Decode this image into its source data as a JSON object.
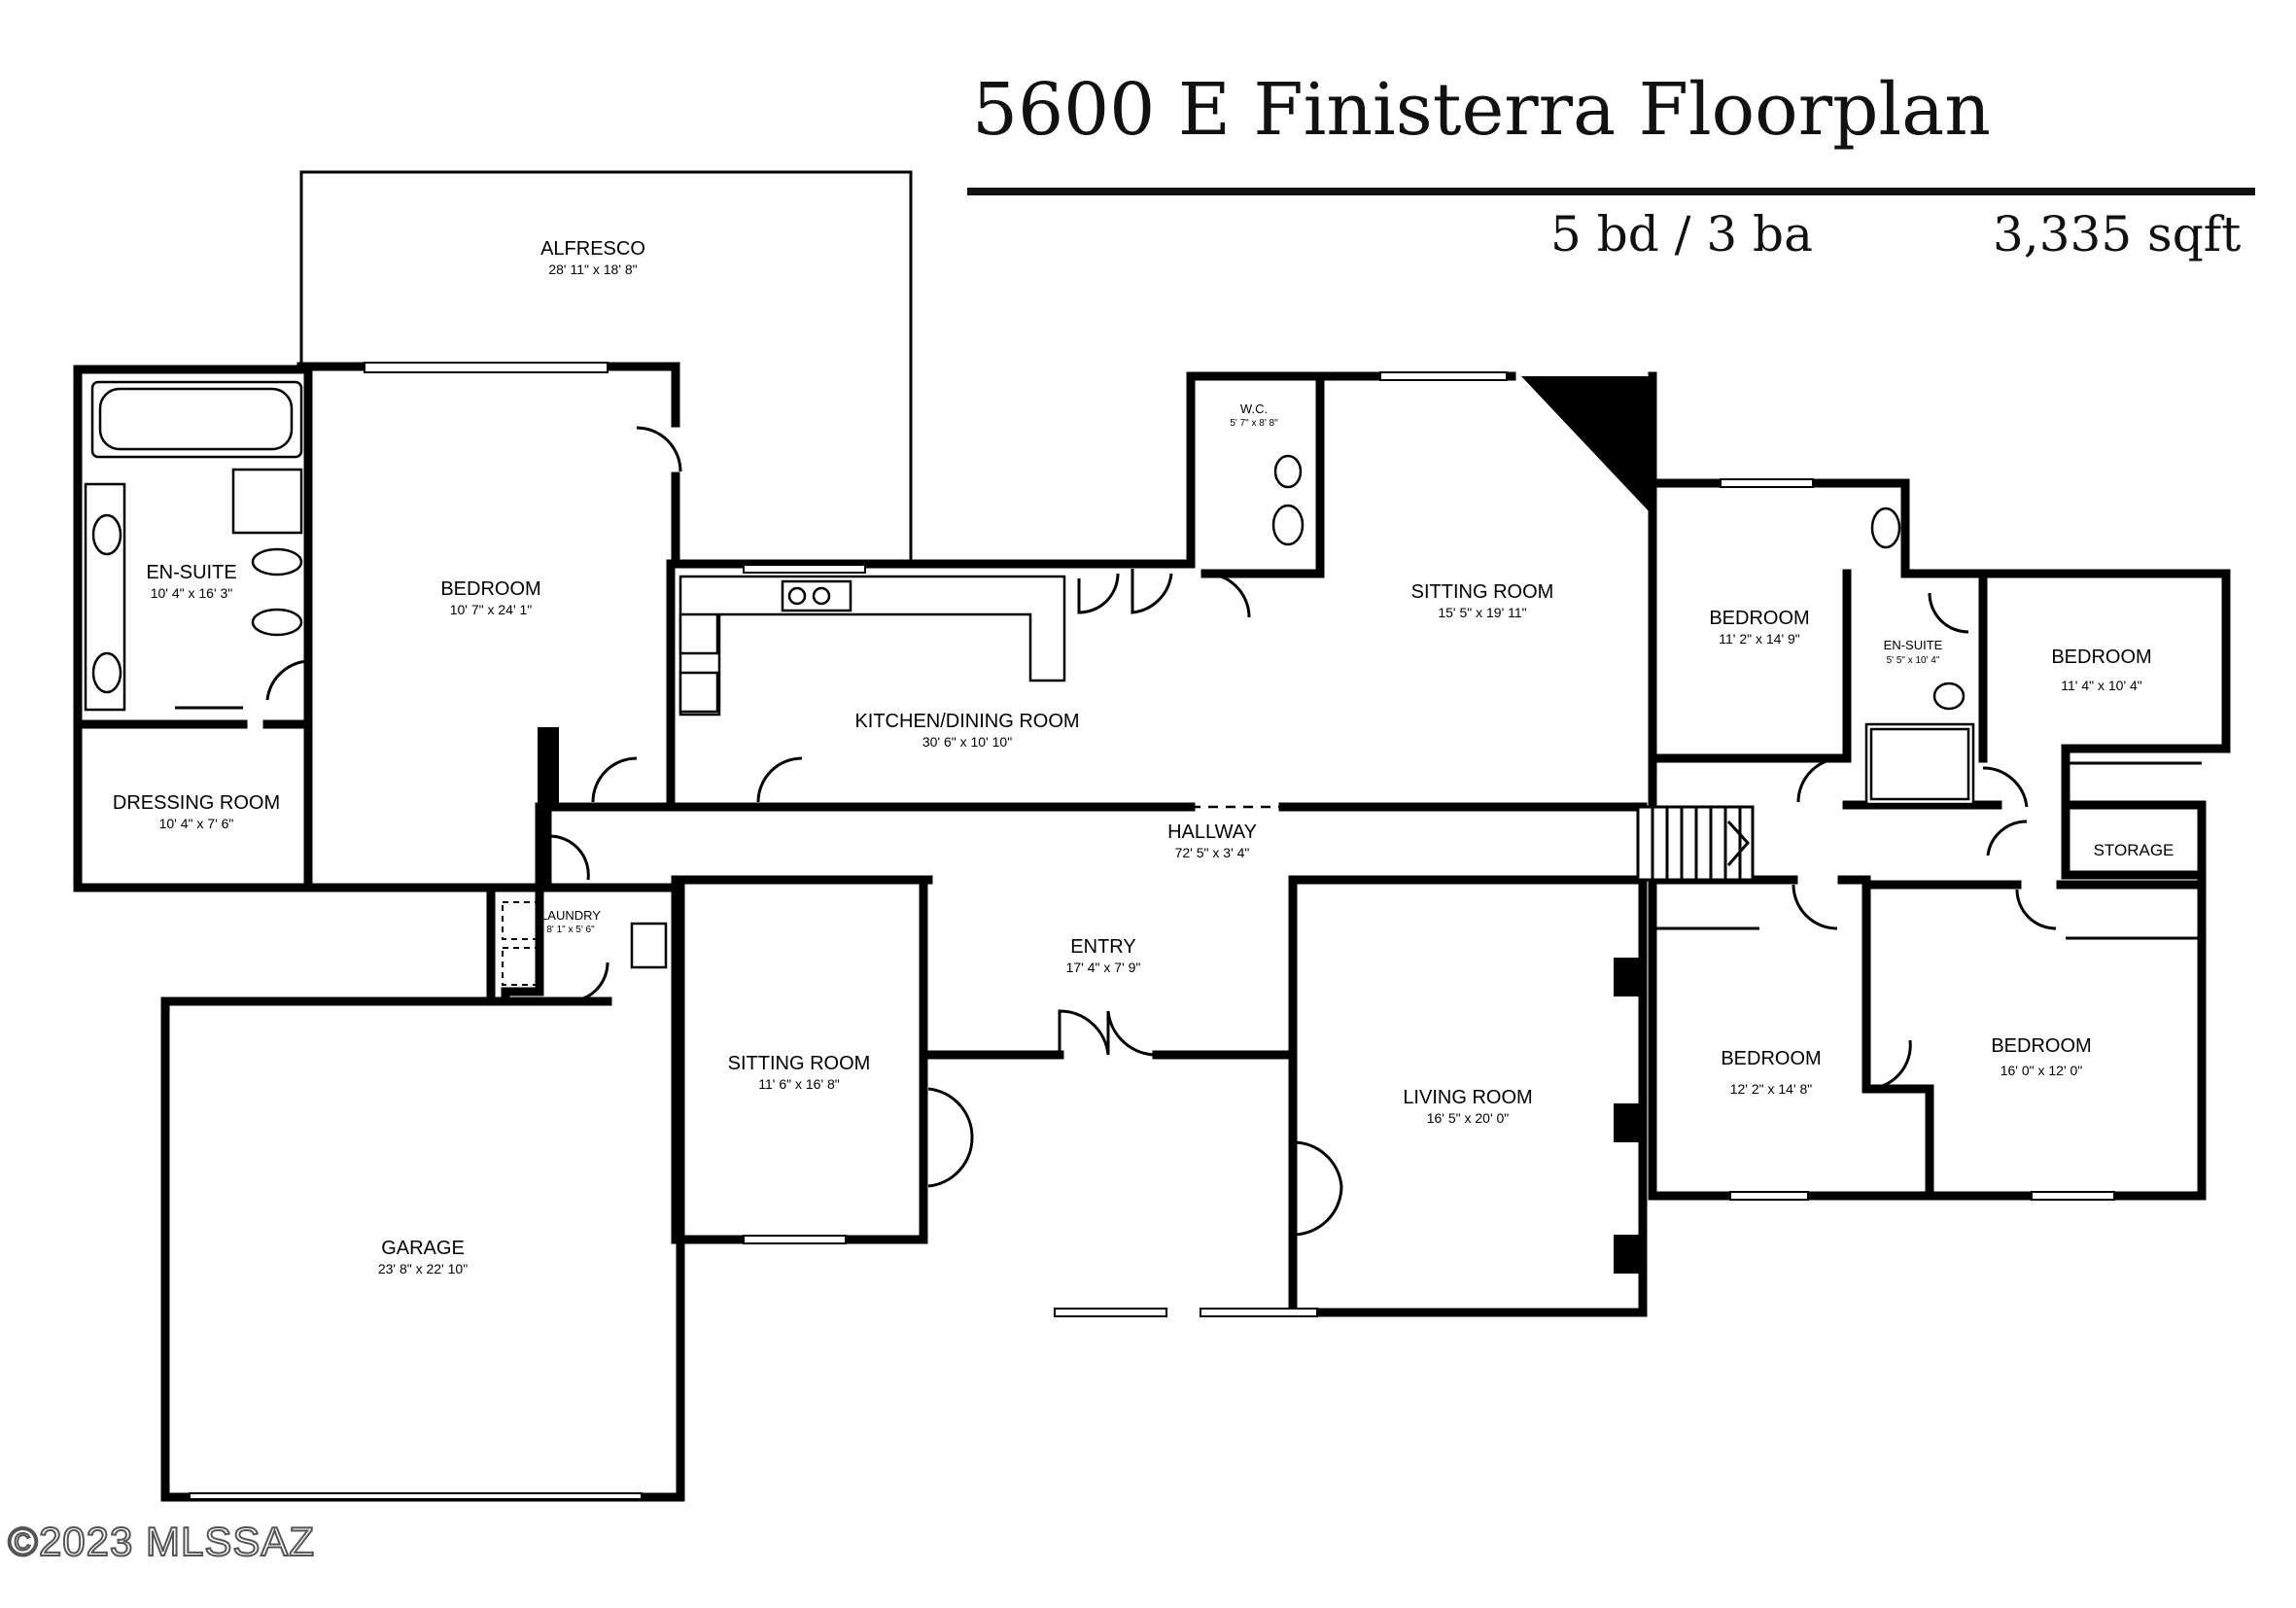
{
  "header": {
    "title": "5600 E Finisterra Floorplan",
    "beds_baths": "5 bd / 3 ba",
    "area": "3,335 sqft"
  },
  "rooms": {
    "alfresco": {
      "name": "ALFRESCO",
      "dims": "28' 11\" x 18' 8\""
    },
    "ensuite_main": {
      "name": "EN-SUITE",
      "dims": "10' 4\" x 16' 3\""
    },
    "bedroom_main": {
      "name": "BEDROOM",
      "dims": "10' 7\" x 24' 1\""
    },
    "dressing": {
      "name": "DRESSING ROOM",
      "dims": "10' 4\" x 7' 6\""
    },
    "wc": {
      "name": "W.C.",
      "dims": "5' 7\" x 8' 8\""
    },
    "sitting_upper": {
      "name": "SITTING ROOM",
      "dims": "15' 5\" x 19' 11\""
    },
    "kitchen": {
      "name": "KITCHEN/DINING ROOM",
      "dims": "30' 6\" x 10' 10\""
    },
    "bedroom_ne": {
      "name": "BEDROOM",
      "dims": "11' 2\" x 14' 9\""
    },
    "ensuite_small": {
      "name": "EN-SUITE",
      "dims": "5' 5\" x 10' 4\""
    },
    "bedroom_far_ne": {
      "name": "BEDROOM",
      "dims": "11' 4\" x 10' 4\""
    },
    "hallway": {
      "name": "HALLWAY",
      "dims": "72' 5\" x 3' 4\""
    },
    "storage": {
      "name": "STORAGE",
      "dims": ""
    },
    "laundry": {
      "name": "LAUNDRY",
      "dims": "8' 1\" x 5' 6\""
    },
    "entry": {
      "name": "ENTRY",
      "dims": "17' 4\" x 7' 9\""
    },
    "sitting_lower": {
      "name": "SITTING ROOM",
      "dims": "11' 6\" x 16' 8\""
    },
    "living": {
      "name": "LIVING ROOM",
      "dims": "16' 5\" x 20' 0\""
    },
    "bedroom_se": {
      "name": "BEDROOM",
      "dims": "12' 2\" x 14' 8\""
    },
    "bedroom_far_se": {
      "name": "BEDROOM",
      "dims": "16' 0\" x 12' 0\""
    },
    "garage": {
      "name": "GARAGE",
      "dims": "23' 8\" x 22' 10\""
    }
  },
  "watermark": "©2023 MLSSAZ"
}
